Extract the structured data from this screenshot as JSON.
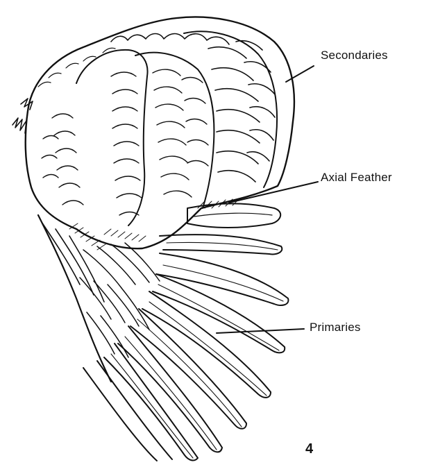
{
  "labels": {
    "secondaries": "Secondaries",
    "axial_feather": "Axial Feather",
    "primaries": "Primaries"
  },
  "figure_number": "4",
  "ink_color": "#111111",
  "background_color": "#ffffff"
}
